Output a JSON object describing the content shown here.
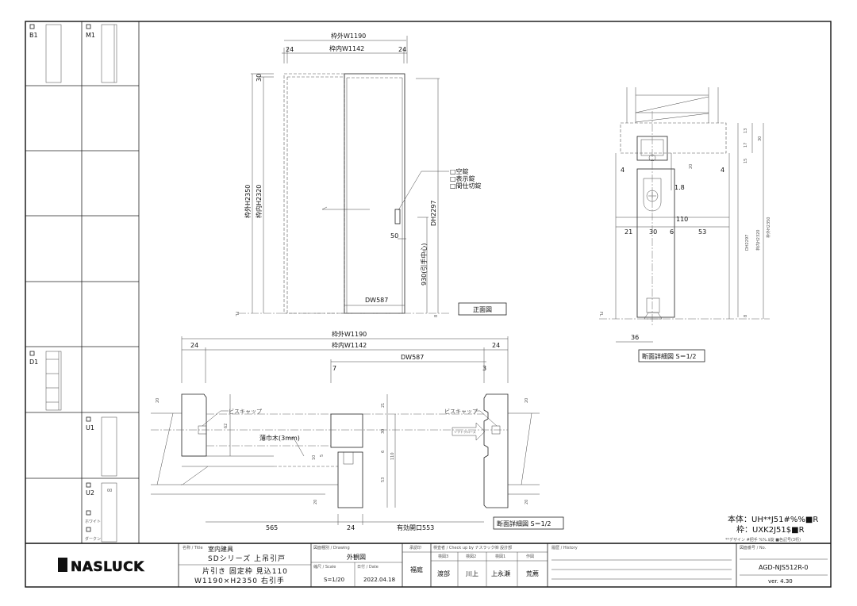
{
  "legend_panel": {
    "cells": [
      {
        "code": "B1"
      },
      {
        "code": "M1"
      },
      {
        "code": "D1"
      },
      {
        "code": "U1"
      },
      {
        "code": "U2",
        "mark": "00"
      }
    ],
    "colors": [
      "ホワイト",
      "ダークン"
    ]
  },
  "front_view": {
    "frame_outer_w": "枠外W1190",
    "frame_inner_w": "枠内W1142",
    "side_left": "24",
    "side_right": "24",
    "top_30": "30",
    "frame_outer_h": "枠外H2350",
    "frame_inner_h": "枠内H2320",
    "lock_options": [
      "□空錠",
      "□表示錠",
      "□間仕切錠"
    ],
    "dh": "DH2297",
    "handle_offset": "50",
    "handle_height": "930(引手中心)",
    "dw": "DW587",
    "bottom_8": "8",
    "fl": "FL",
    "label": "正面図"
  },
  "vertical_section": {
    "dims_right": [
      "13",
      "17",
      "15",
      "30"
    ],
    "dim_20": "20",
    "dim_4_left": "4",
    "dim_4_right": "4",
    "dim_18": "1.8",
    "total": "110",
    "parts": [
      "21",
      "30",
      "6",
      "53"
    ],
    "dh": "DH2297",
    "inner_h": "枠内H2320",
    "outer_h": "枠外H2350",
    "bottom_8": "8",
    "dim_36": "36",
    "fl": "FL",
    "label": "断面詳細図 S＝1/2"
  },
  "plan_section": {
    "outer_w": "枠外W1190",
    "left_24": "24",
    "inner_w": "枠内W1142",
    "right_24": "24",
    "dw": "DW587",
    "dim_7": "7",
    "dim_3": "3",
    "screw_cap_left": "ビスキャップ",
    "screw_cap_right": "ビスキャップ",
    "soft_close": "ソフトクローズ",
    "baseboard": "薄巾木(3mm)",
    "d20_tl": "20",
    "d62": "62",
    "d21": "21",
    "d30": "30",
    "d6": "6",
    "d110": "110",
    "d53": "53",
    "d10": "10",
    "d5": "5",
    "d20_bl": "20",
    "d20_tr": "20",
    "d20_br": "20",
    "bottom": [
      "565",
      "24",
      "有効開口553"
    ],
    "label": "断面詳細図 S＝1/2"
  },
  "spec_note": {
    "body": "本体：UH**J51#%%■R",
    "frame": "枠：UXK2J51$■R",
    "legend": "**デザイン #把手 %%.$錠 ■色記号(3桁)"
  },
  "title_block": {
    "logo": "NASLUCK",
    "title_caption": "名称 / Title",
    "title_line1": "室内建具",
    "title_line2": "SDシリーズ 上吊引戸",
    "title_line3": "片引き 固定枠 見込110",
    "title_line4": "W1190×H2350 右引手",
    "drawing_caption": "図面種別 / Drawing",
    "drawing": "外観図",
    "scale_caption": "縮尺 / Scale",
    "scale": "S=1/20",
    "date_caption": "日付 / Date",
    "date": "2022.04.18",
    "approver_caption": "承認印",
    "approver": "福庭",
    "check_caption": "検査者 / Check up by ナスラック㈱ 設計部",
    "checker_roles": [
      "検図3",
      "検図2",
      "検図1",
      "作図"
    ],
    "checkers": [
      "渡部",
      "川上",
      "上永瀬",
      "荒薦"
    ],
    "history_caption": "履歴 / History",
    "no_caption": "図面番号 / No.",
    "number": "AGD-NJS512R-0",
    "version": "ver. 4.30"
  }
}
